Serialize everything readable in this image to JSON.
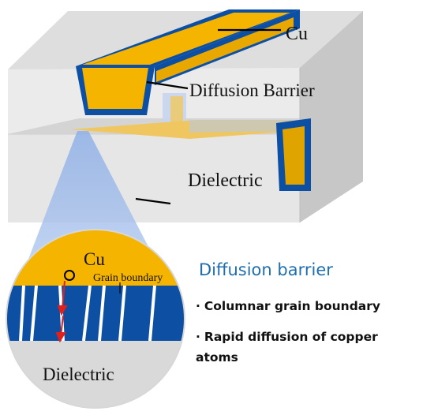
{
  "diagram": {
    "labels": {
      "cu_top": "Cu",
      "diffusion_barrier": "Diffusion Barrier",
      "dielectric_top": "Dielectric",
      "cu_zoom": "Cu",
      "grain_boundary": "Grain boundary",
      "dielectric_zoom": "Dielectric"
    },
    "side_panel": {
      "title": "Diffusion barrier",
      "bullets": [
        "Columnar grain boundary",
        "Rapid diffusion of copper",
        "atoms"
      ]
    },
    "colors": {
      "copper": "#f5b400",
      "barrier": "#0d4fa3",
      "dielectric_top": "#d9d9d9",
      "dielectric_front": "#e9e9e9",
      "zoom_beam": "#9fb9e6",
      "arrow": "#e0201c",
      "title_blue": "#1f6fb0"
    }
  }
}
